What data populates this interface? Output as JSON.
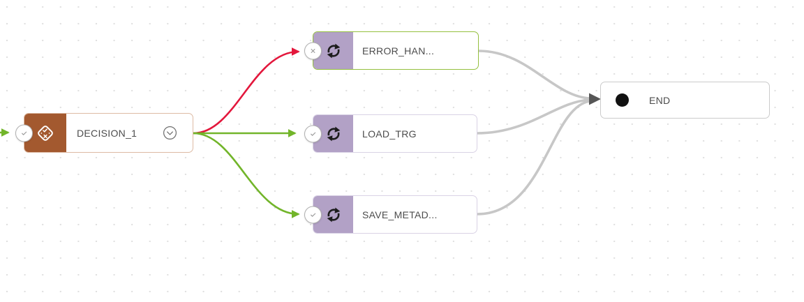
{
  "canvas": {
    "description": "workflow taskflow editor canvas with dot grid"
  },
  "colors": {
    "canvas_bg": "#ffffff",
    "grid_dot": "#e0e0e0",
    "text_color": "#4c4c4c",
    "decision_accent": "#a3592f",
    "decision_border": "#ddbaa3",
    "task_accent": "#b2a1c6",
    "task_border": "#d9d2e5",
    "success_border": "#94bf3e",
    "end_border": "#cbcbcb",
    "edge_error": "#e3173c",
    "edge_success": "#72b52a",
    "edge_neutral": "#c7c7c7",
    "edge_end_arrow": "#565656",
    "icon_dark": "#1c1c1c",
    "badge_border": "#b0b0b0",
    "badge_glyph": "#9a9a9a"
  },
  "nodes": {
    "decision": {
      "label": "DECISION_1",
      "badge": "check",
      "icon": "diamond-decision-icon",
      "has_expand_chevron": true
    },
    "error_handler": {
      "label": "ERROR_HAN...",
      "badge": "x",
      "icon": "sync-arrows-icon"
    },
    "load_trg": {
      "label": "LOAD_TRG",
      "badge": "check",
      "icon": "sync-arrows-icon"
    },
    "save_metadata": {
      "label": "SAVE_METAD...",
      "badge": "check",
      "icon": "sync-arrows-icon"
    },
    "end": {
      "label": "END",
      "icon": "filled-circle-icon"
    }
  },
  "icons": {
    "decision": "diamond-decision-icon",
    "task": "sync-arrows-icon",
    "expand": "chevron-down-circle-icon",
    "status_ok": "check-badge-icon",
    "status_error": "x-badge-icon",
    "end": "filled-circle-icon"
  },
  "edges": [
    {
      "from": "offscreen-left",
      "to": "DECISION_1",
      "status": "success"
    },
    {
      "from": "DECISION_1",
      "to": "ERROR_HAN...",
      "status": "error"
    },
    {
      "from": "DECISION_1",
      "to": "LOAD_TRG",
      "status": "success"
    },
    {
      "from": "DECISION_1",
      "to": "SAVE_METAD...",
      "status": "success"
    },
    {
      "from": "ERROR_HAN...",
      "to": "END",
      "status": "neutral"
    },
    {
      "from": "LOAD_TRG",
      "to": "END",
      "status": "neutral"
    },
    {
      "from": "SAVE_METAD...",
      "to": "END",
      "status": "neutral"
    }
  ]
}
